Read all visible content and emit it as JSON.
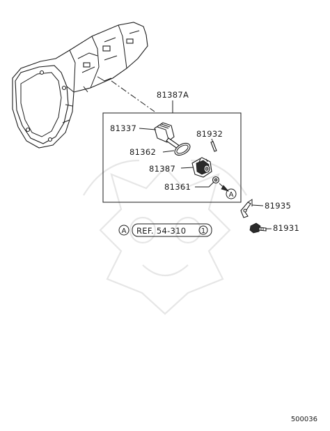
{
  "parts": {
    "group_callout": "81387A",
    "p81337": "81337",
    "p81932": "81932",
    "p81362": "81362",
    "p81387": "81387",
    "p81361": "81361",
    "p81935": "81935",
    "p81931": "81931"
  },
  "reference": {
    "marker": "A",
    "text": "REF. 54-310",
    "sub": "1"
  },
  "connector_marker": "A",
  "diagram_code": "500036"
}
